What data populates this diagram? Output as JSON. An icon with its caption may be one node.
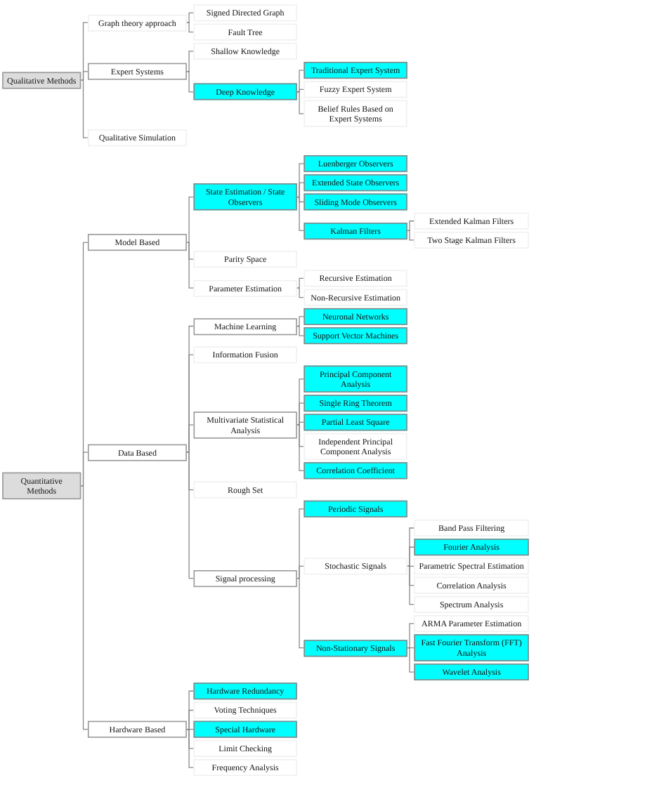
{
  "diagram": {
    "nodes": [
      {
        "text": [
          "Qualitative Methods"
        ]
      },
      {
        "text": [
          "Graph theory approach"
        ]
      },
      {
        "text": [
          "Signed Directed Graph"
        ]
      },
      {
        "text": [
          "Fault Tree"
        ]
      },
      {
        "text": [
          "Expert Systems"
        ]
      },
      {
        "text": [
          "Shallow Knowledge"
        ]
      },
      {
        "text": [
          "Deep Knowledge"
        ]
      },
      {
        "text": [
          "Traditional Expert System"
        ]
      },
      {
        "text": [
          "Fuzzy Expert System"
        ]
      },
      {
        "text": [
          "Belief Rules Based on Expert Systems"
        ]
      },
      {
        "text": [
          "Qualitative Simulation"
        ]
      },
      {
        "text": [
          "Quantitative Methods"
        ]
      },
      {
        "text": [
          "Model Based"
        ]
      },
      {
        "text": [
          "State Estimation / State Observers"
        ]
      },
      {
        "text": [
          "Luenberger Observers"
        ]
      },
      {
        "text": [
          "Extended State Observers"
        ]
      },
      {
        "text": [
          "Sliding Mode Observers"
        ]
      },
      {
        "text": [
          "Kalman Filters"
        ]
      },
      {
        "text": [
          "Extended Kalman Filters"
        ]
      },
      {
        "text": [
          "Two Stage Kalman Filters"
        ]
      },
      {
        "text": [
          "Parity Space"
        ]
      },
      {
        "text": [
          "Parameter Estimation"
        ]
      },
      {
        "text": [
          "Recursive Estimation"
        ]
      },
      {
        "text": [
          "Non-Recursive Estimation"
        ]
      },
      {
        "text": [
          "Data Based"
        ]
      },
      {
        "text": [
          "Machine Learning"
        ]
      },
      {
        "text": [
          "Neuronal Networks"
        ]
      },
      {
        "text": [
          "Support Vector Machines"
        ]
      },
      {
        "text": [
          "Information Fusion"
        ]
      },
      {
        "text": [
          "Multivariate Statistical Analysis"
        ]
      },
      {
        "text": [
          "Principal Component Analysis"
        ]
      },
      {
        "text": [
          "Single Ring Theorem"
        ]
      },
      {
        "text": [
          "Partial Least Square"
        ]
      },
      {
        "text": [
          "Independent Principal Component Analysis"
        ]
      },
      {
        "text": [
          "Correlation Coefficient"
        ]
      },
      {
        "text": [
          "Rough Set"
        ]
      },
      {
        "text": [
          "Signal processing"
        ]
      },
      {
        "text": [
          "Periodic Signals"
        ]
      },
      {
        "text": [
          "Stochastic Signals"
        ]
      },
      {
        "text": [
          "Non-Stationary Signals"
        ]
      },
      {
        "text": [
          "Band Pass Filtering"
        ]
      },
      {
        "text": [
          "Fourier Analysis"
        ]
      },
      {
        "text": [
          "Parametric Spectral Estimation"
        ]
      },
      {
        "text": [
          "Correlation Analysis"
        ]
      },
      {
        "text": [
          "Spectrum Analysis"
        ]
      },
      {
        "text": [
          "ARMA Parameter Estimation"
        ]
      },
      {
        "text": [
          "Fast Fourier Transform (FFT) Analysis"
        ]
      },
      {
        "text": [
          "Wavelet Analysis"
        ]
      },
      {
        "text": [
          "Hardware Based"
        ]
      },
      {
        "text": [
          "Hardware Redundancy"
        ]
      },
      {
        "text": [
          "Voting Techniques"
        ]
      },
      {
        "text": [
          "Special Hardware"
        ]
      },
      {
        "text": [
          "Limit Checking"
        ]
      },
      {
        "text": [
          "Frequency Analysis"
        ]
      }
    ],
    "edges": [
      {
        "from": 0,
        "to": 1,
        "arrow": "none"
      },
      {
        "from": 1,
        "to": 2,
        "arrow": "none"
      },
      {
        "from": 1,
        "to": 3,
        "arrow": "none"
      },
      {
        "from": 0,
        "to": 4,
        "arrow": "none"
      },
      {
        "from": 4,
        "to": 5,
        "arrow": "none"
      },
      {
        "from": 4,
        "to": 6,
        "arrow": "none"
      },
      {
        "from": 6,
        "to": 7,
        "arrow": "none"
      },
      {
        "from": 6,
        "to": 8,
        "arrow": "none"
      },
      {
        "from": 6,
        "to": 9,
        "arrow": "none"
      },
      {
        "from": 0,
        "to": 10,
        "arrow": "none"
      },
      {
        "from": 11,
        "to": 12,
        "arrow": "none"
      },
      {
        "from": 12,
        "to": 13,
        "arrow": "none"
      },
      {
        "from": 13,
        "to": 14,
        "arrow": "none"
      },
      {
        "from": 13,
        "to": 15,
        "arrow": "none"
      },
      {
        "from": 13,
        "to": 16,
        "arrow": "none"
      },
      {
        "from": 13,
        "to": 17,
        "arrow": "none"
      },
      {
        "from": 17,
        "to": 18,
        "arrow": "none"
      },
      {
        "from": 17,
        "to": 19,
        "arrow": "none"
      },
      {
        "from": 12,
        "to": 20,
        "arrow": "none"
      },
      {
        "from": 12,
        "to": 21,
        "arrow": "none"
      },
      {
        "from": 21,
        "to": 22,
        "arrow": "none"
      },
      {
        "from": 21,
        "to": 23,
        "arrow": "none"
      },
      {
        "from": 11,
        "to": 24,
        "arrow": "none"
      },
      {
        "from": 24,
        "to": 25,
        "arrow": "none"
      },
      {
        "from": 25,
        "to": 26,
        "arrow": "none"
      },
      {
        "from": 25,
        "to": 27,
        "arrow": "none"
      },
      {
        "from": 24,
        "to": 28,
        "arrow": "none"
      },
      {
        "from": 24,
        "to": 29,
        "arrow": "none"
      },
      {
        "from": 29,
        "to": 30,
        "arrow": "none"
      },
      {
        "from": 29,
        "to": 31,
        "arrow": "none"
      },
      {
        "from": 29,
        "to": 32,
        "arrow": "none"
      },
      {
        "from": 29,
        "to": 33,
        "arrow": "none"
      },
      {
        "from": 29,
        "to": 34,
        "arrow": "none"
      },
      {
        "from": 24,
        "to": 35,
        "arrow": "none"
      },
      {
        "from": 24,
        "to": 36,
        "arrow": "none"
      },
      {
        "from": 36,
        "to": 37,
        "arrow": "none"
      },
      {
        "from": 36,
        "to": 38,
        "arrow": "none"
      },
      {
        "from": 36,
        "to": 39,
        "arrow": "none"
      },
      {
        "from": 38,
        "to": 40,
        "arrow": "none"
      },
      {
        "from": 38,
        "to": 41,
        "arrow": "none"
      },
      {
        "from": 38,
        "to": 42,
        "arrow": "none"
      },
      {
        "from": 38,
        "to": 43,
        "arrow": "none"
      },
      {
        "from": 38,
        "to": 44,
        "arrow": "none"
      },
      {
        "from": 39,
        "to": 45,
        "arrow": "none"
      },
      {
        "from": 39,
        "to": 46,
        "arrow": "none"
      },
      {
        "from": 39,
        "to": 47,
        "arrow": "none"
      },
      {
        "from": 11,
        "to": 48,
        "arrow": "none"
      },
      {
        "from": 48,
        "to": 49,
        "arrow": "none"
      },
      {
        "from": 48,
        "to": 50,
        "arrow": "none"
      },
      {
        "from": 48,
        "to": 51,
        "arrow": "none"
      },
      {
        "from": 48,
        "to": 52,
        "arrow": "none"
      },
      {
        "from": 48,
        "to": 53,
        "arrow": "none"
      }
    ]
  }
}
